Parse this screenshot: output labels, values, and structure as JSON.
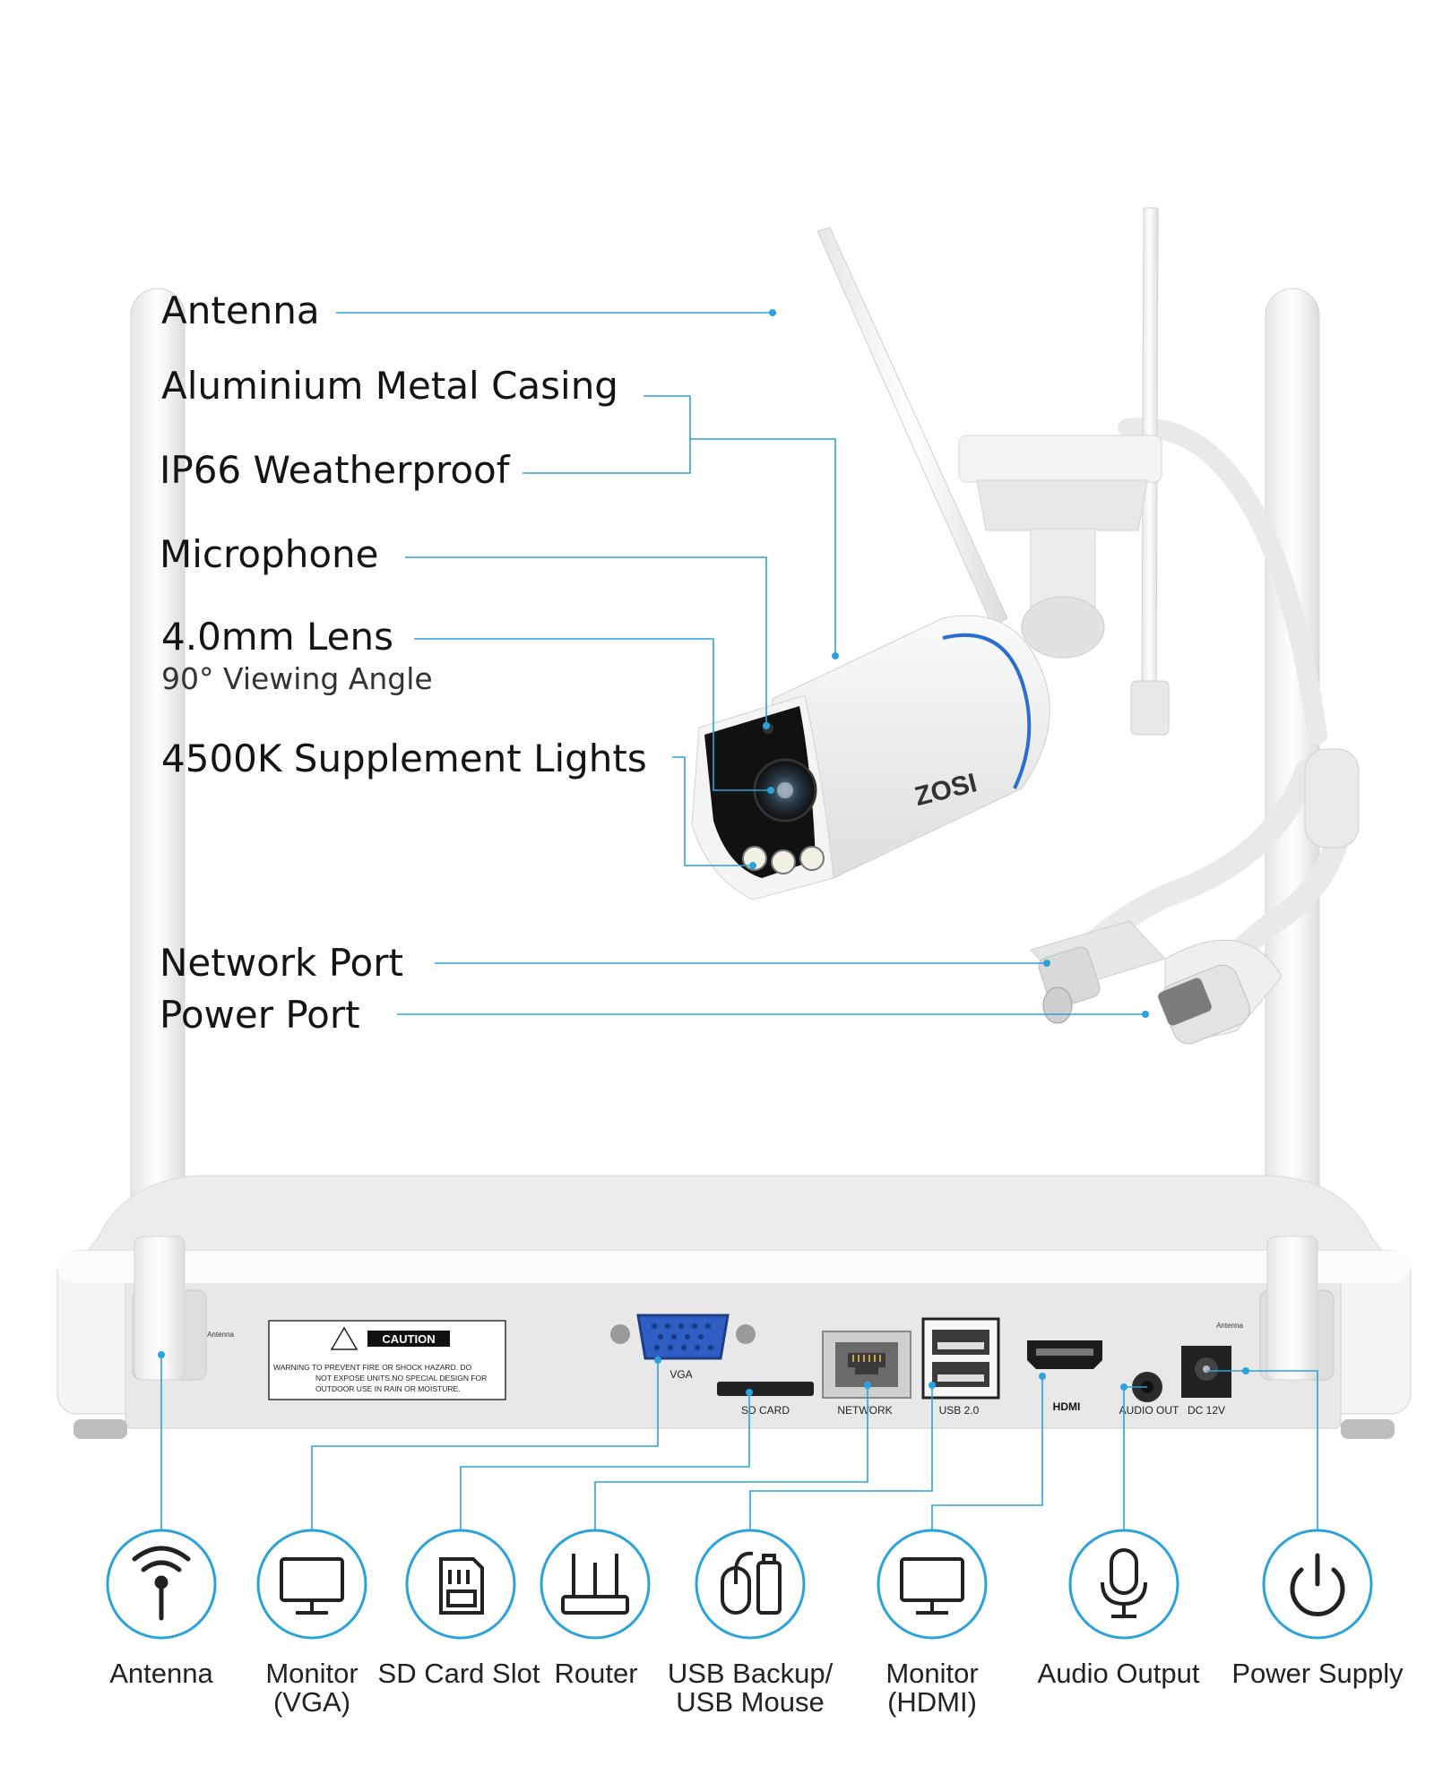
{
  "camera": {
    "brand": "ZOSI",
    "callouts": {
      "antenna": "Antenna",
      "casing": "Aluminium Metal Casing",
      "weatherproof": "IP66 Weatherproof",
      "microphone": "Microphone",
      "lens": "4.0mm Lens",
      "lens_sub": "90° Viewing Angle",
      "lights": "4500K Supplement Lights",
      "network_port": "Network Port",
      "power_port": "Power Port"
    }
  },
  "nvr": {
    "antenna_small": "Antenna",
    "caution_title": "CAUTION",
    "warning_text": [
      "WARNING  TO PREVENT FIRE OR SHOCK HAZARD. DO",
      "NOT EXPOSE UNITS.NO SPECIAL DESIGN FOR",
      "OUTDOOR USE IN RAIN OR MOISTURE."
    ],
    "ports": {
      "vga": "VGA",
      "sd": "SD CARD",
      "network": "NETWORK",
      "usb": "USB 2.0",
      "hdmi": "HDMI",
      "audio": "AUDIO OUT",
      "dc": "DC 12V"
    }
  },
  "features": [
    {
      "icon": "antenna-icon",
      "line1": "Antenna",
      "line2": ""
    },
    {
      "icon": "monitor-icon",
      "line1": "Monitor",
      "line2": "(VGA)"
    },
    {
      "icon": "sd-card-icon",
      "line1": "SD Card Slot",
      "line2": ""
    },
    {
      "icon": "router-icon",
      "line1": "Router",
      "line2": ""
    },
    {
      "icon": "usb-mouse-icon",
      "line1": "USB Backup/",
      "line2": "USB Mouse"
    },
    {
      "icon": "monitor-icon",
      "line1": "Monitor",
      "line2": "(HDMI)"
    },
    {
      "icon": "microphone-icon",
      "line1": "Audio Output",
      "line2": ""
    },
    {
      "icon": "power-icon",
      "line1": "Power Supply",
      "line2": ""
    }
  ],
  "colors": {
    "accent": "#2aa3dc",
    "device": "#f1f1f1",
    "text": "#141414"
  }
}
